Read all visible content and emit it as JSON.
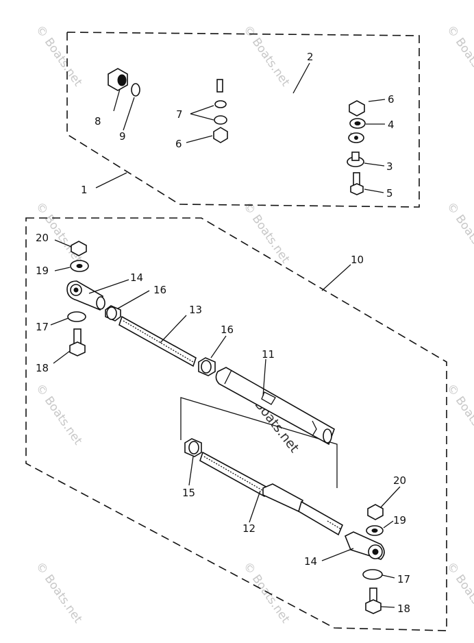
{
  "watermark": "© Boats.net",
  "callouts": {
    "c1": "1",
    "c2": "2",
    "c3": "3",
    "c4": "4",
    "c5": "5",
    "c6a": "6",
    "c6b": "6",
    "c7": "7",
    "c8": "8",
    "c9": "9",
    "c10": "10",
    "c11": "11",
    "c12": "12",
    "c13": "13",
    "c14a": "14",
    "c14b": "14",
    "c15": "15",
    "c16a": "16",
    "c16b": "16",
    "c17a": "17",
    "c17b": "17",
    "c18a": "18",
    "c18b": "18",
    "c19a": "19",
    "c19b": "19",
    "c20a": "20",
    "c20b": "20"
  }
}
